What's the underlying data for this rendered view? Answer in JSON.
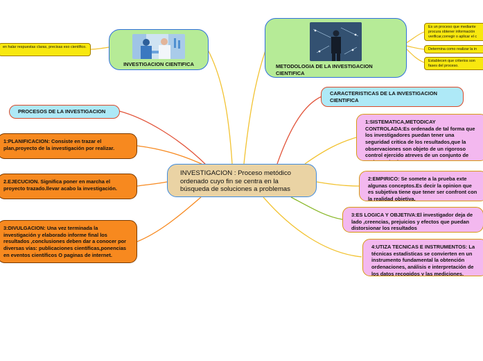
{
  "center": {
    "text": "INVESTIGACION : Proceso metódico ordenado cuyo fin se centra en la búsqueda de soluciones a problemas"
  },
  "investigacion_cientifica": {
    "title": "INVESTIGACION CIENTIFICA",
    "note": "en halar respuestas claras, precisas eso científico."
  },
  "metodologia": {
    "title": "METODOLOGIA DE LA INVESTIGACION CIENTIFICA",
    "notes": [
      "Es un proceso que mediante procura obtener información verificar,corregir o aplicar el c",
      "Determina como realizar la in",
      "Establecen que criterios son fases del proceso."
    ]
  },
  "caracteristicas": {
    "title": "CARACTERISTICAS DE LA INVESTIGACION CIENTIFICA",
    "items": [
      "1:SISTEMATICA,METODICAY CONTROLADA:Es ordenada de tal forma que los investigadores puedan tener una seguridad critica de los resultados,que la observaciones son objeto de un rigoroso control ejercido atreves de un conjunto de reglas, método.",
      "2:EMPIRICO: Se somete a la prueba exte algunas conceptos.Es decir la opinion que es subjetiva tiene que tener ser confront con la realidad objetiva.",
      "3:ES LOGICA Y OBJETIVA:El investigador deja de lado ,creencias, prejuicios y efectos que puedan distorsionar los resultados",
      "4:UTIZA TECNICAS E INSTRUMENTOS: La técnicas estadisticas se convierten en un instrumento fundamental la obtención ordenaciones, análisis e interpretación de los datos recogidos y las mediciones."
    ]
  },
  "procesos": {
    "title": "PROCESOS DE LA INVESTIGACION",
    "items": [
      "1:PLANIFICACION: Consiste en trazar el plan,proyecto de la investigación por realizar.",
      "2.EJECUCION. Significa poner en marcha el proyecto trazado.llevar acabo la investigación.",
      "3:DIVULGACION: Una vez terminada  la investigación y elaborado informe final los resultados ,conclusiones deben dar a conocer   por diversas vías: publicaciones científicas,ponencias en eventos científicos O paginas de internet."
    ]
  },
  "colors": {
    "center_link": "#f2c230",
    "red_link": "#e2543a",
    "orange_link": "#f7891f",
    "olive_link": "#8ab82a",
    "blue_link": "#2f6fdc"
  }
}
